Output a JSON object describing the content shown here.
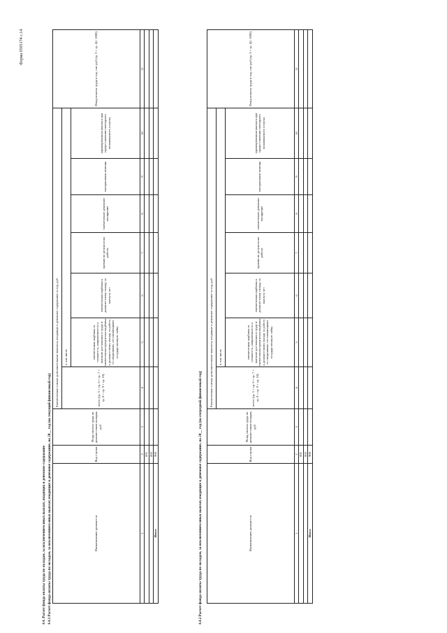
{
  "form_number": "Форма 0505174 с.14",
  "heading_4_4": "4.4. Расчет фонда оплаты труда по окладам, за исключением иных выплат, входящих в денежное содержание",
  "heading_4_4_1": "4.4.1 Расчет фонда оплаты труда по окладам, за исключением иных выплат, входящих в денежное содержание, на 20__ год (на текущий финансовый год)",
  "heading_4_4_2": "4.4.2 Расчет фонда оплаты труда по окладам, за исключением иных выплат, входящих в денежное содержание, на 20__ год (на очередной финансовый год)",
  "table": {
    "col_position": "Наименование должности",
    "col_code": "Код строки",
    "col_fund_salary": "Фонд оплаты труда по должностным окладам, руб",
    "group_monthly": "Ежемесячные и иные дополнительные выплаты, входящие в денежное содержание за год, руб",
    "col_total": "всего (гр. 5 + гр. 6 + гр. 7 + гр. 8 + гр. 9 + гр. 10)",
    "subgroup_incl": "в том числе",
    "col_5": "ежемесячная надбавка за сложность, напряженность и высокие достижения в труде и ежемесячная процентная надбавка к должностному окладу за работу со сведениями, составляющими государственную тайну",
    "col_6": "ежемесячная надбавка к должностному окладу за выслугу лет",
    "col_7": "премии по результатам работы",
    "col_8": "ежемесячное денежное поощрение",
    "col_9": "материальная помощь",
    "col_10": "единовременная выплата при предоставлении ежегодного оплачиваемого отпуска",
    "col_11": "Фонд оплаты труда в год, тыс руб (гр. 3 + гр. 4) / 1000)",
    "col_numbers": [
      "1",
      "2",
      "3",
      "4",
      "5",
      "6",
      "7",
      "8",
      "9",
      "10",
      "11"
    ],
    "row_codes": [
      "001",
      "002",
      "900"
    ],
    "total_label": "Итого"
  }
}
